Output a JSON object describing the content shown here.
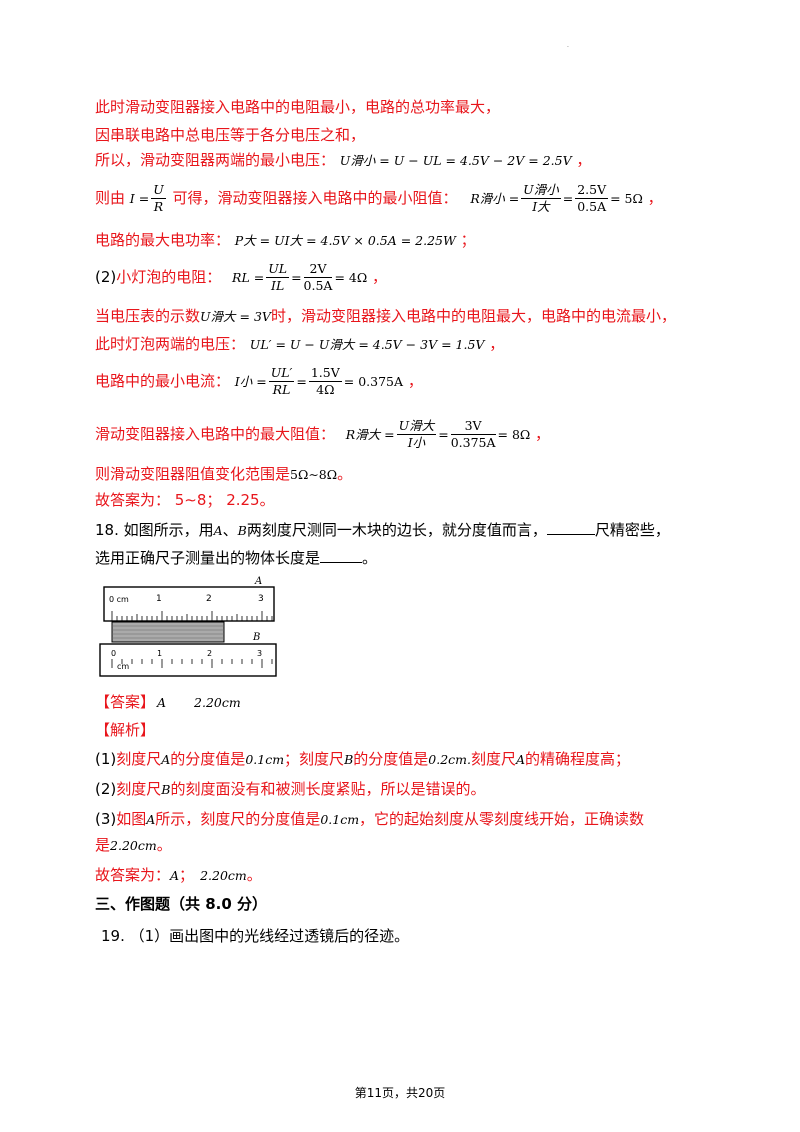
{
  "lines": {
    "l1": "此时滑动变阻器接入电路中的电阻最小，电路的总功率最大，",
    "l2": "因串联电路中总电压等于各分电压之和，",
    "l3_text": "所以，滑动变阻器两端的最小电压：",
    "l3_math": "U滑小 = U − UL = 4.5V − 2V = 2.5V",
    "l3_end": "，",
    "l4_a": "则由",
    "l4_formula_lhs": "I =",
    "l4_formula_num": "U",
    "l4_formula_den": "R",
    "l4_b": "可得，滑动变阻器接入电路中的最小阻值：",
    "l4_r_lhs": "R滑小 =",
    "l4_r_num1": "U滑小",
    "l4_r_den1": "I大",
    "l4_r_eq": "=",
    "l4_r_num2": "2.5V",
    "l4_r_den2": "0.5A",
    "l4_r_res": "= 5Ω",
    "l4_end": "，",
    "l5_text": "电路的最大电功率：",
    "l5_math": "P大 = UI大 = 4.5V × 0.5A = 2.25W",
    "l5_end": "；",
    "l6_num": "(2)",
    "l6_text": "小灯泡的电阻：",
    "l6_lhs": "RL =",
    "l6_num1": "UL",
    "l6_den1": "IL",
    "l6_eq": "=",
    "l6_num2": "2V",
    "l6_den2": "0.5A",
    "l6_res": "= 4Ω",
    "l6_end": "，",
    "l7_a": "当电压表的示数",
    "l7_math": "U滑大 = 3V",
    "l7_b": "时，滑动变阻器接入电路中的电阻最大，电路中的电流最小，",
    "l8_text": "此时灯泡两端的电压：",
    "l8_math": "UL′ = U − U滑大 = 4.5V − 3V = 1.5V",
    "l8_end": "，",
    "l9_text": "电路中的最小电流：",
    "l9_lhs": "I小 =",
    "l9_num1": "UL′",
    "l9_den1": "RL",
    "l9_eq": "=",
    "l9_num2": "1.5V",
    "l9_den2": "4Ω",
    "l9_res": "= 0.375A",
    "l9_end": "，",
    "l10_text": "滑动变阻器接入电路中的最大阻值：",
    "l10_lhs": "R滑大 =",
    "l10_num1": "U滑大",
    "l10_den1": "I小",
    "l10_eq": "=",
    "l10_num2": "3V",
    "l10_den2": "0.375A",
    "l10_res": "= 8Ω",
    "l10_end": "，",
    "l11_text": "则滑动变阻器阻值变化范围是",
    "l11_math": "5Ω∼8Ω",
    "l11_end": "。",
    "l12": "故答案为：  5∼8；  2.25。",
    "q18_a": "18. 如图所示，用",
    "q18_A": "A",
    "q18_mid": "、",
    "q18_B": "B",
    "q18_b": "两刻度尺测同一木块的边长，就分度值而言，",
    "q18_c": "尺精密些，",
    "q18_line2_a": "选用正确尺子测量出的物体长度是",
    "q18_line2_end": "。",
    "ans_label": "【答案】",
    "ans_A": "A",
    "ans_val": "2.20cm",
    "jiexi": "【解析】",
    "j1_num": "(1)",
    "j1_a": "刻度尺",
    "j1_A": "A",
    "j1_b": "的分度值是",
    "j1_v1": "0.1cm",
    "j1_c": "；刻度尺",
    "j1_B": "B",
    "j1_d": "的分度值是",
    "j1_v2": "0.2cm.",
    "j1_e": "刻度尺",
    "j1_A2": "A",
    "j1_f": "的精确程度高；",
    "j2_num": "(2)",
    "j2_a": "刻度尺",
    "j2_B": "B",
    "j2_b": "的刻度面没有和被测长度紧贴，所以是错误的。",
    "j3_num": "(3)",
    "j3_a": "如图",
    "j3_A": "A",
    "j3_b": "所示，刻度尺的分度值是",
    "j3_v": "0.1cm",
    "j3_c": "，它的起始刻度从零刻度线开始，正确读数",
    "j3_d": "是",
    "j3_v2": "2.20cm",
    "j3_end": "。",
    "gu_a": "故答案为：",
    "gu_A": "A",
    "gu_b": "；",
    "gu_v": "2.20cm",
    "gu_end": "。",
    "sec3": "三、作图题（共 8.0 分）",
    "q19": "19. （1）画出图中的光线经过透镜后的径迹。"
  },
  "ruler": {
    "label_A": "A",
    "label_B": "B",
    "a_ticks": [
      "0 cm",
      "1",
      "2",
      "3"
    ],
    "b_ticks": [
      "0",
      "1",
      "2",
      "3"
    ],
    "b_unit": "cm"
  },
  "footer": "第11页，共20页",
  "colors": {
    "red": "#e8151b",
    "black": "#000000"
  }
}
